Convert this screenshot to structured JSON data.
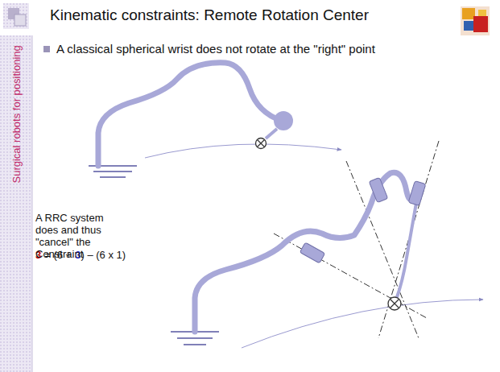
{
  "diagram": {
    "title": "Kinematic constraints: Remote Rotation Center",
    "labels": [
      "A classical spherical wrist does not rotate at the \"right\" point",
      "Surgical robots for positioning",
      "A RRC system does and thus \"cancel\" the Constraint",
      "3",
      "= (6 +",
      "3",
      ") – (6 x 1)"
    ]
  }
}
